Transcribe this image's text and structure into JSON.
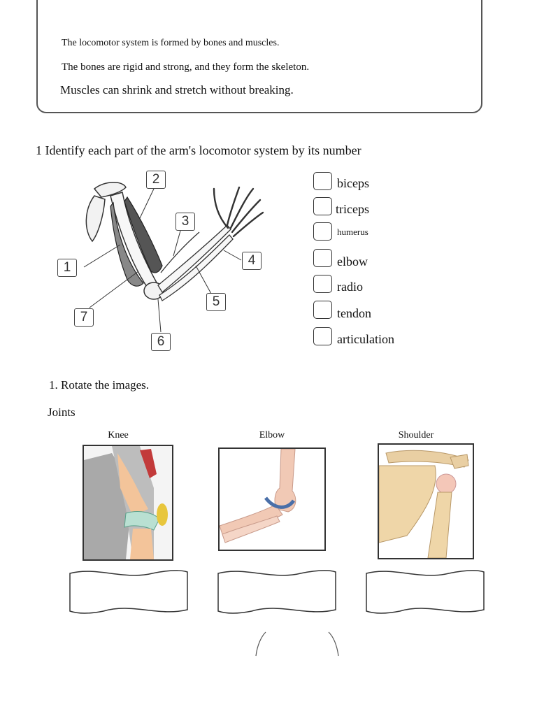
{
  "intro": {
    "line1": "The locomotor system is formed by bones and muscles.",
    "line2": "The bones are rigid and strong, and they form the skeleton.",
    "line3": "Muscles can shrink and stretch without breaking."
  },
  "question1": {
    "title": "1 Identify each part of the arm's locomotor system by its number",
    "diagram_numbers": [
      "1",
      "2",
      "3",
      "4",
      "5",
      "6",
      "7"
    ],
    "options": [
      "biceps",
      "triceps",
      "humerus",
      "elbow",
      "radio",
      "tendon",
      "articulation"
    ]
  },
  "question2": {
    "title": "1. Rotate the images.",
    "subtitle": "Joints",
    "joints": [
      "Knee",
      "Elbow",
      "Shoulder"
    ]
  }
}
